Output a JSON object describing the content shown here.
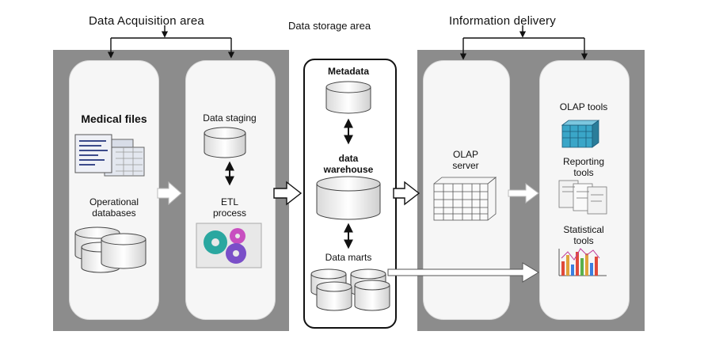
{
  "areas": {
    "acquisition": "Data Acquisition area",
    "storage": "Data storage area",
    "delivery": "Information delivery"
  },
  "acquisition": {
    "medical_files": "Medical files",
    "operational_db": "Operational\ndatabases",
    "data_staging": "Data staging",
    "etl": "ETL\nprocess"
  },
  "storage": {
    "metadata": "Metadata",
    "warehouse": "data\nwarehouse",
    "marts": "Data marts"
  },
  "delivery": {
    "olap_server": "OLAP\nserver",
    "olap_tools": "OLAP tools",
    "reporting_tools": "Reporting\ntools",
    "statistical_tools": "Statistical\ntools"
  },
  "icons": [
    "document-stack-icon",
    "database-icon",
    "gears-icon",
    "cube-icon",
    "report-icon",
    "bar-chart-icon"
  ],
  "colors": {
    "panel": "#8c8c8c",
    "cube": "#3aa6c8",
    "gear_purple": "#7a4fc8",
    "gear_teal": "#2aa7a0"
  }
}
